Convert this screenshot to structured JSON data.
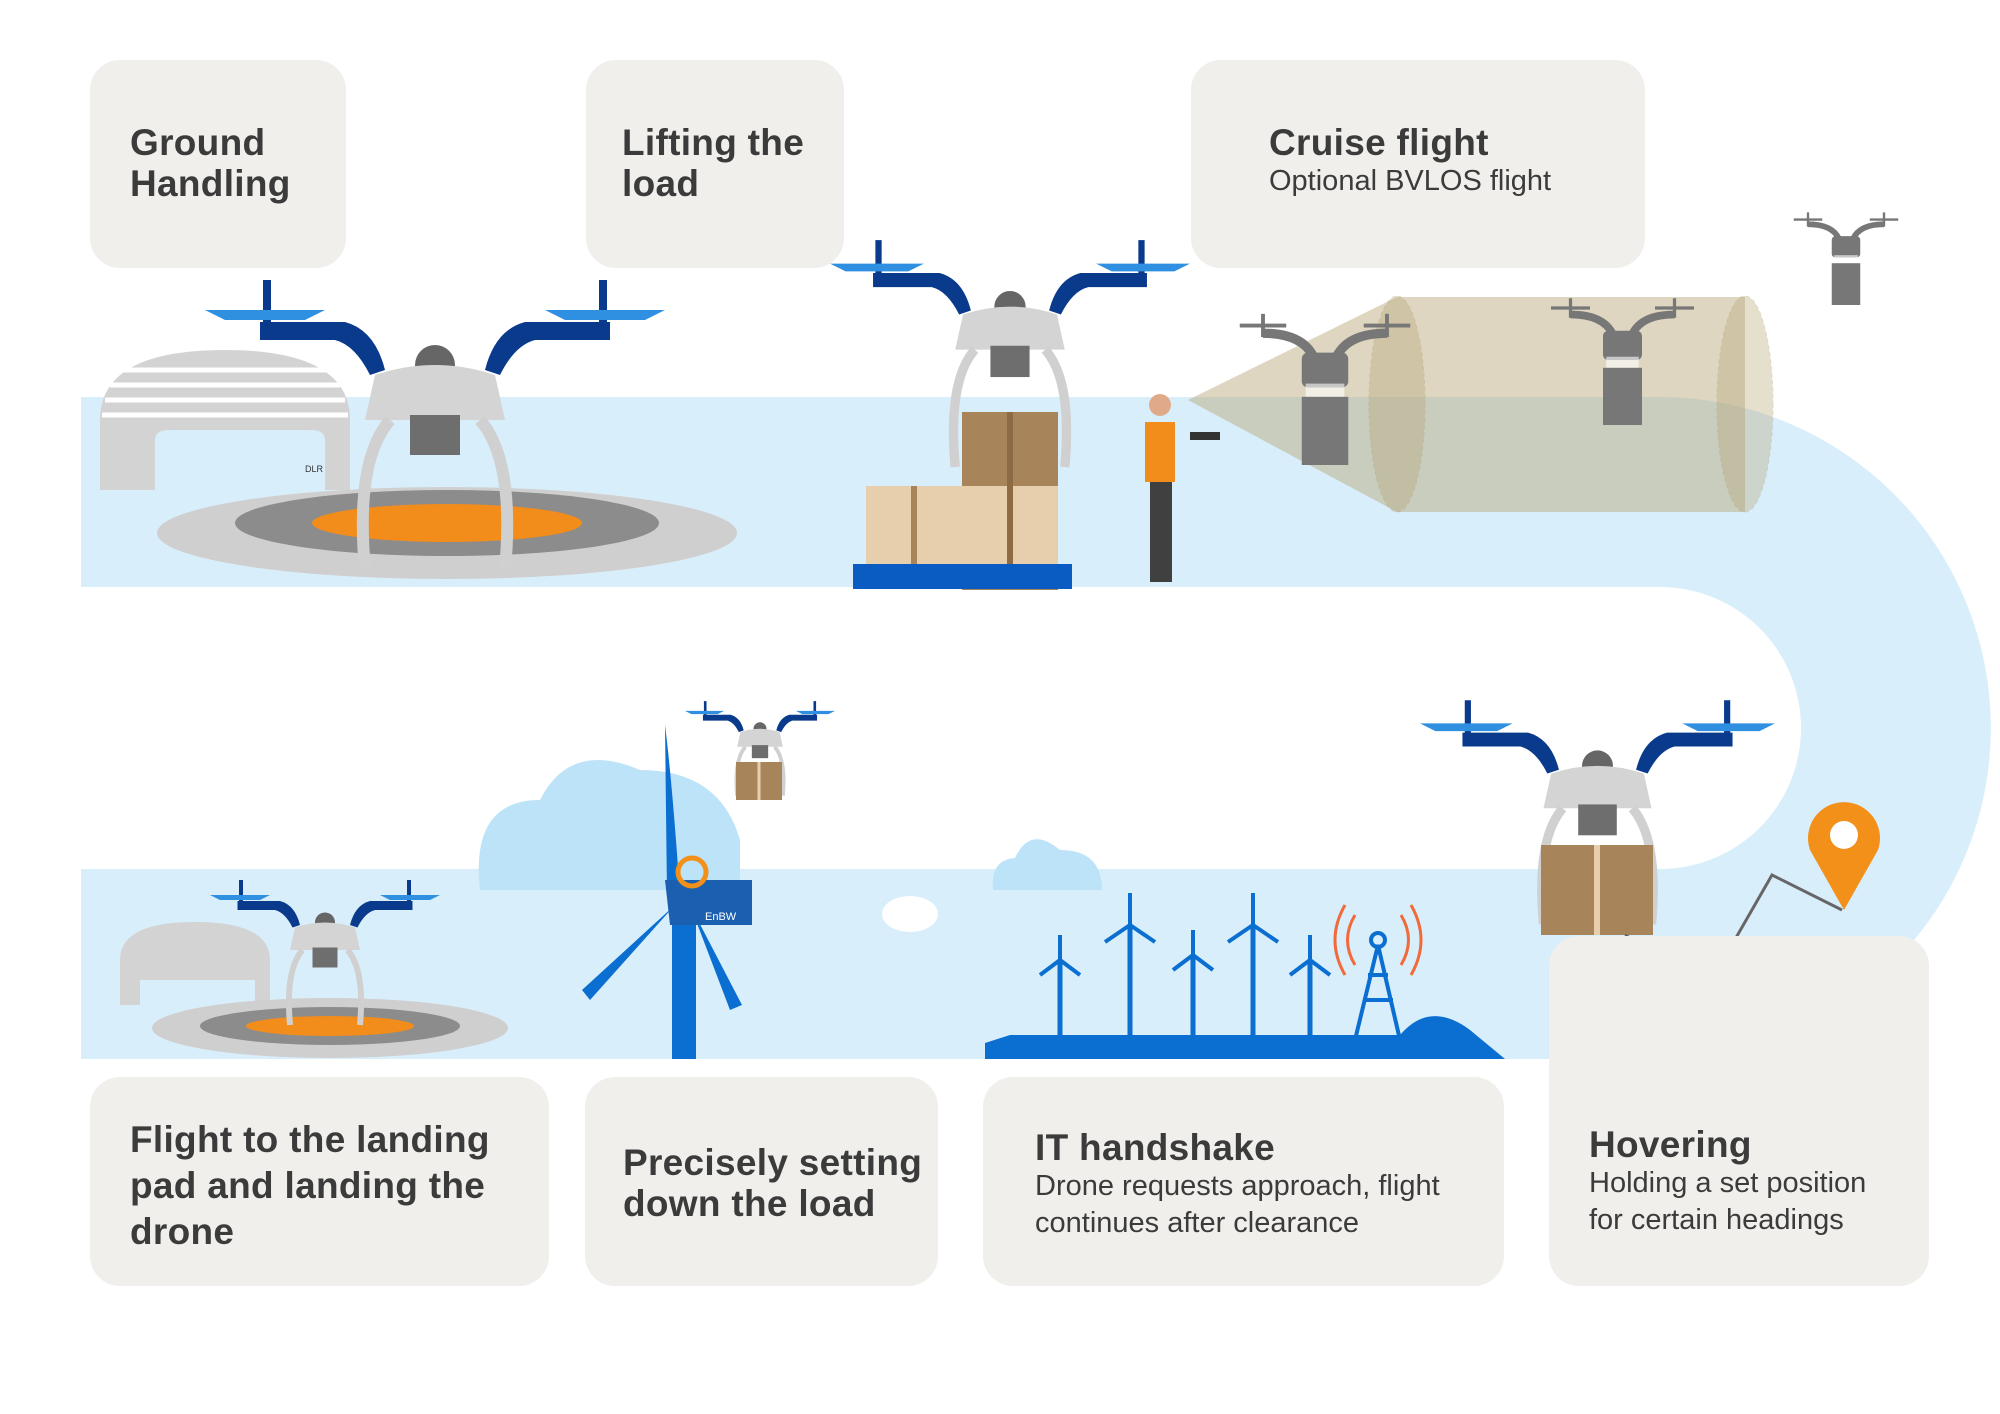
{
  "steps": [
    {
      "title": "Ground Handling",
      "subtitle": ""
    },
    {
      "title": "Lifting the load",
      "subtitle": ""
    },
    {
      "title": "Cruise flight",
      "subtitle": "Optional BVLOS flight"
    },
    {
      "title": "Hovering",
      "subtitle": "Holding a set position for certain headings"
    },
    {
      "title": "IT handshake",
      "subtitle": "Drone requests approach, flight continues after clearance"
    },
    {
      "title": "Precisely setting down the load",
      "subtitle": ""
    },
    {
      "title": "Flight to the landing pad and landing the drone",
      "subtitle": ""
    }
  ],
  "logos": {
    "hangar": "DLR",
    "turbine": "EnBW"
  },
  "colors": {
    "path": "#d9eefb",
    "card": "#f0efeb",
    "drone_arm": "#0a3a8c",
    "propeller": "#2f8fe0",
    "pad": "#f28c1a",
    "box": "#a8845a",
    "turbine": "#0a6fd1",
    "pin": "#f39019"
  }
}
